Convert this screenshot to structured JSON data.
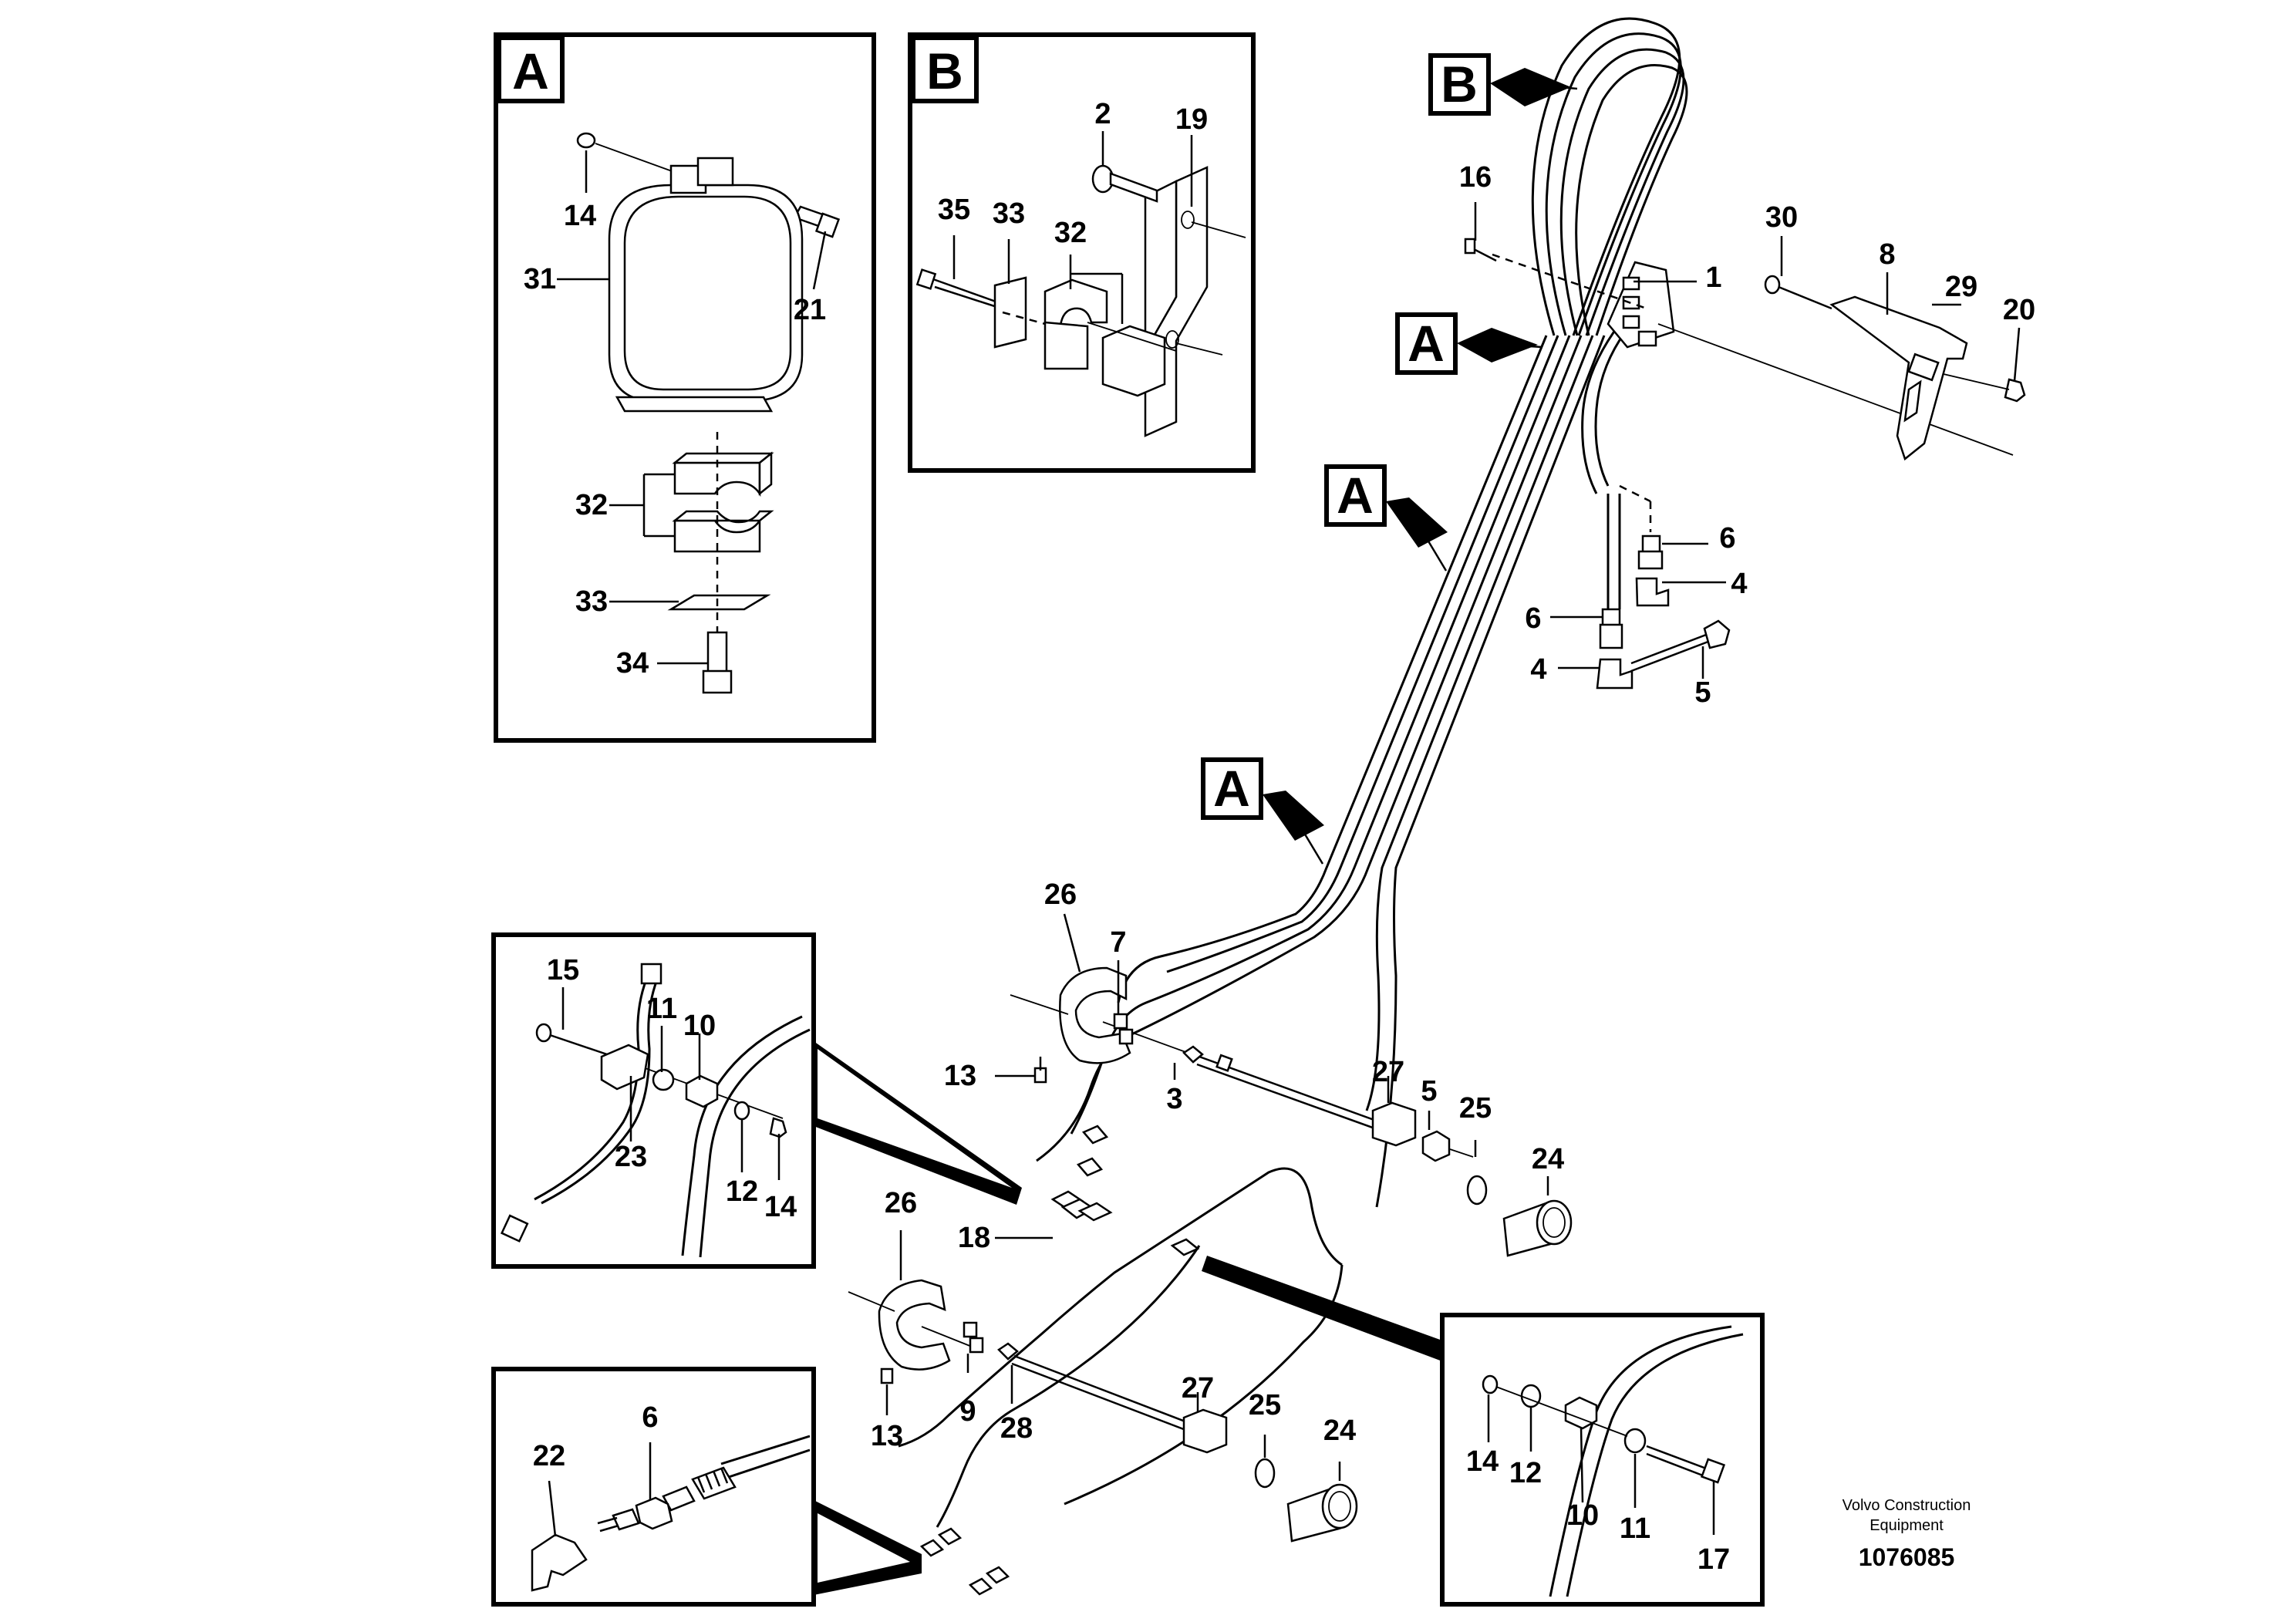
{
  "view_labels": {
    "detail_a": "A",
    "detail_b": "B",
    "ref_b": "B",
    "ref_a1": "A",
    "ref_a2": "A",
    "ref_a3": "A"
  },
  "callouts": {
    "c14a": "14",
    "c21": "21",
    "c31": "31",
    "c32a": "32",
    "c33a": "33",
    "c34": "34",
    "c2": "2",
    "c19": "19",
    "c35": "35",
    "c33b": "33",
    "c32b": "32",
    "c16": "16",
    "c1": "1",
    "c30": "30",
    "c8": "8",
    "c29": "29",
    "c20": "20",
    "c6a": "6",
    "c4a": "4",
    "c6b": "6",
    "c4b": "4",
    "c5a": "5",
    "c26a": "26",
    "c7": "7",
    "c13a": "13",
    "c3": "3",
    "c27a": "27",
    "c5b": "5",
    "c25a": "25",
    "c24a": "24",
    "c15": "15",
    "c11a": "11",
    "c10a": "10",
    "c23": "23",
    "c12a": "12",
    "c14b": "14",
    "c26b": "26",
    "c18": "18",
    "c13b": "13",
    "c9": "9",
    "c28": "28",
    "c27b": "27",
    "c25b": "25",
    "c24b": "24",
    "c22": "22",
    "c6c": "6",
    "c14c": "14",
    "c12b": "12",
    "c10b": "10",
    "c11b": "11",
    "c17": "17"
  },
  "brand": {
    "line1": "Volvo Construction",
    "line2": "Equipment",
    "doc_number": "1076085"
  }
}
